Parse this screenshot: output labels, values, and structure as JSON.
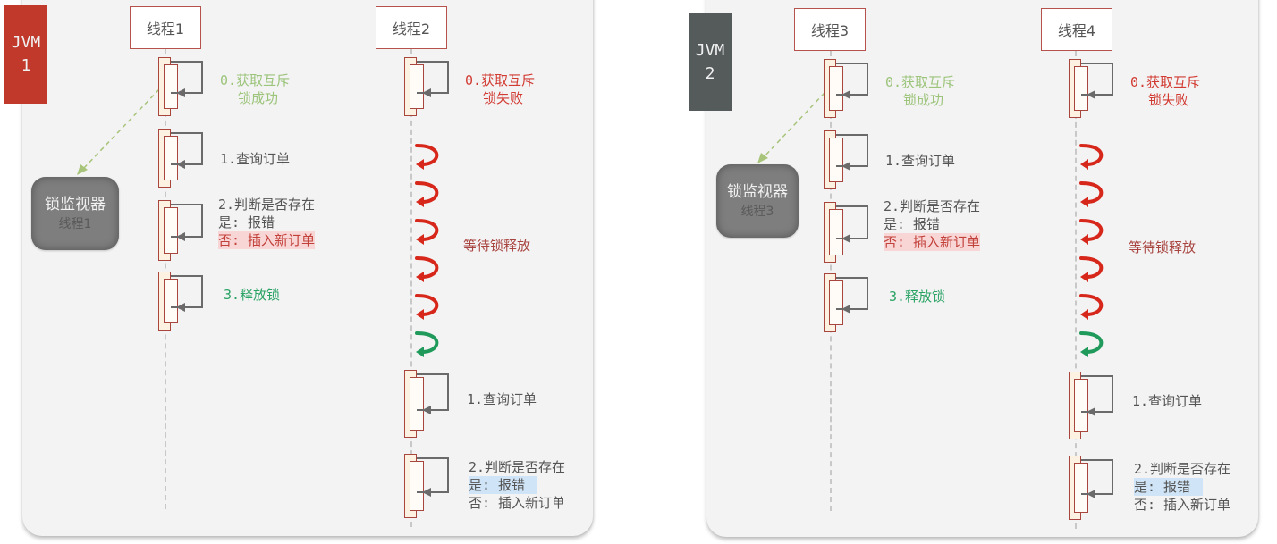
{
  "jvms": [
    {
      "label": "JVM\n1",
      "label_line1": "JVM",
      "label_line2": "1",
      "color": "#c0392b",
      "monitor": {
        "title": "锁监视器",
        "owner": "线程1"
      },
      "threads": [
        {
          "name": "线程1",
          "steps": [
            {
              "text": "0.获取互斥",
              "text2": "锁成功",
              "color": "#9cc47a"
            },
            {
              "text": "1.查询订单"
            },
            {
              "text": "2.判断是否存在",
              "yes": "是: 报错",
              "no": "否: 插入新订单",
              "highlight": "no"
            },
            {
              "text": "3.释放锁",
              "color": "#2aa364"
            }
          ]
        },
        {
          "name": "线程2",
          "steps": [
            {
              "text": "0.获取互斥",
              "text2": "锁失败",
              "color": "#d23b32"
            },
            {
              "text": "1.查询订单"
            },
            {
              "text": "2.判断是否存在",
              "yes": "是: 报错",
              "no": "否: 插入新订单",
              "highlight": "yes"
            }
          ],
          "wait_label": "等待锁释放",
          "wait_arrows": {
            "red": 5,
            "green": 1
          }
        }
      ]
    },
    {
      "label_line1": "JVM",
      "label_line2": "2",
      "color": "#555a5a",
      "monitor": {
        "title": "锁监视器",
        "owner": "线程3"
      },
      "threads": [
        {
          "name": "线程3",
          "steps": [
            {
              "text": "0.获取互斥",
              "text2": "锁成功",
              "color": "#9cc47a"
            },
            {
              "text": "1.查询订单"
            },
            {
              "text": "2.判断是否存在",
              "yes": "是: 报错",
              "no": "否: 插入新订单",
              "highlight": "no"
            },
            {
              "text": "3.释放锁",
              "color": "#2aa364"
            }
          ]
        },
        {
          "name": "线程4",
          "steps": [
            {
              "text": "0.获取互斥",
              "text2": "锁失败",
              "color": "#d23b32"
            },
            {
              "text": "1.查询订单"
            },
            {
              "text": "2.判断是否存在",
              "yes": "是: 报错",
              "no": "否: 插入新订单",
              "highlight": "yes"
            }
          ],
          "wait_label": "等待锁释放",
          "wait_arrows": {
            "red": 5,
            "green": 1
          }
        }
      ]
    }
  ]
}
